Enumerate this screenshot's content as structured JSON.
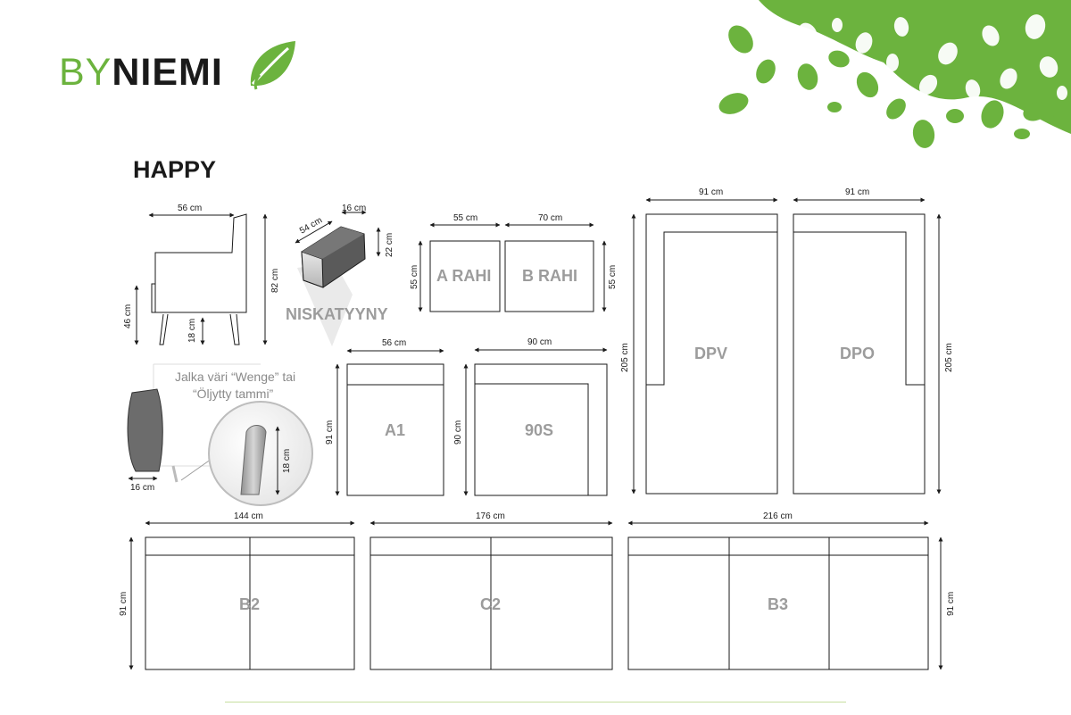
{
  "brand": {
    "by": "BY",
    "niemi": "NIEMI",
    "accent": "#6cb33e"
  },
  "title": "HAPPY",
  "chair": {
    "width": "56 cm",
    "height": "82 cm",
    "seat": "46 cm",
    "leg": "18 cm"
  },
  "headrest": {
    "name": "NISKATYYNY",
    "length": "54 cm",
    "depth": "16 cm",
    "height": "22 cm"
  },
  "leg_detail": {
    "note_line1": "Jalka väri “Wenge” tai",
    "note_line2": "“Öljytty tammi”",
    "leg_height": "18 cm",
    "offset": "16 cm"
  },
  "rahi": {
    "a": {
      "label": "A RAHI",
      "width": "55 cm",
      "depth": "55 cm"
    },
    "b": {
      "label": "B RAHI",
      "width": "70 cm",
      "depth": "55 cm"
    }
  },
  "modules": {
    "a1": {
      "label": "A1",
      "width": "56 cm",
      "depth": "91 cm"
    },
    "s90": {
      "label": "90S",
      "width": "90 cm",
      "depth": "90 cm"
    },
    "dpv": {
      "label": "DPV",
      "width": "91 cm",
      "length": "205 cm"
    },
    "dpo": {
      "label": "DPO",
      "width": "91 cm",
      "length": "205 cm"
    },
    "b2": {
      "label": "B2",
      "width": "144 cm",
      "depth": "91 cm"
    },
    "c2": {
      "label": "C2",
      "width": "176 cm"
    },
    "b3": {
      "label": "B3",
      "width": "216 cm",
      "depth": "91 cm"
    }
  },
  "footer": {
    "text": ""
  }
}
